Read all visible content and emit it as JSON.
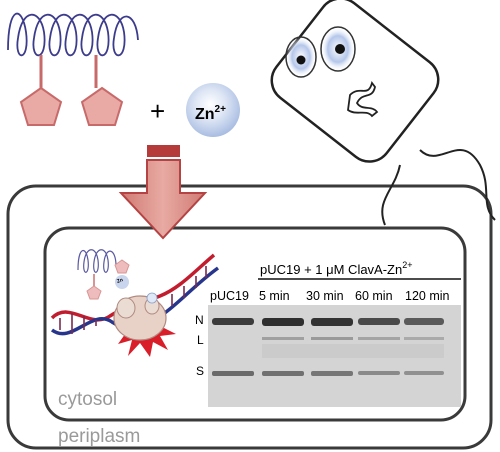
{
  "plus_sign": "+",
  "zinc": {
    "symbol": "Zn",
    "charge": "2+"
  },
  "inset_zinc_label": "Zn",
  "compartments": {
    "inner": "cytosol",
    "outer": "periplasm"
  },
  "gel": {
    "header_main": "pUC19 + 1 μM ClavA-Zn",
    "header_sup": "2+",
    "lanes": [
      "pUC19",
      "5 min",
      "30 min",
      "60 min",
      "120 min"
    ],
    "band_labels": {
      "nicked": "N",
      "linear": "L",
      "supercoiled": "S"
    }
  },
  "colors": {
    "helix": "#3d3c8c",
    "ring": "#e6a3a3",
    "ring_stroke": "#c86a6a",
    "arrow": "#d7908a",
    "arrow_stroke": "#b54343",
    "membrane": "#3a3a3a",
    "zn_sphere": "#c8d6ee",
    "gel_bg": "#d9d9d9",
    "dna_red": "#c21d2e",
    "dna_blue": "#27368c"
  }
}
